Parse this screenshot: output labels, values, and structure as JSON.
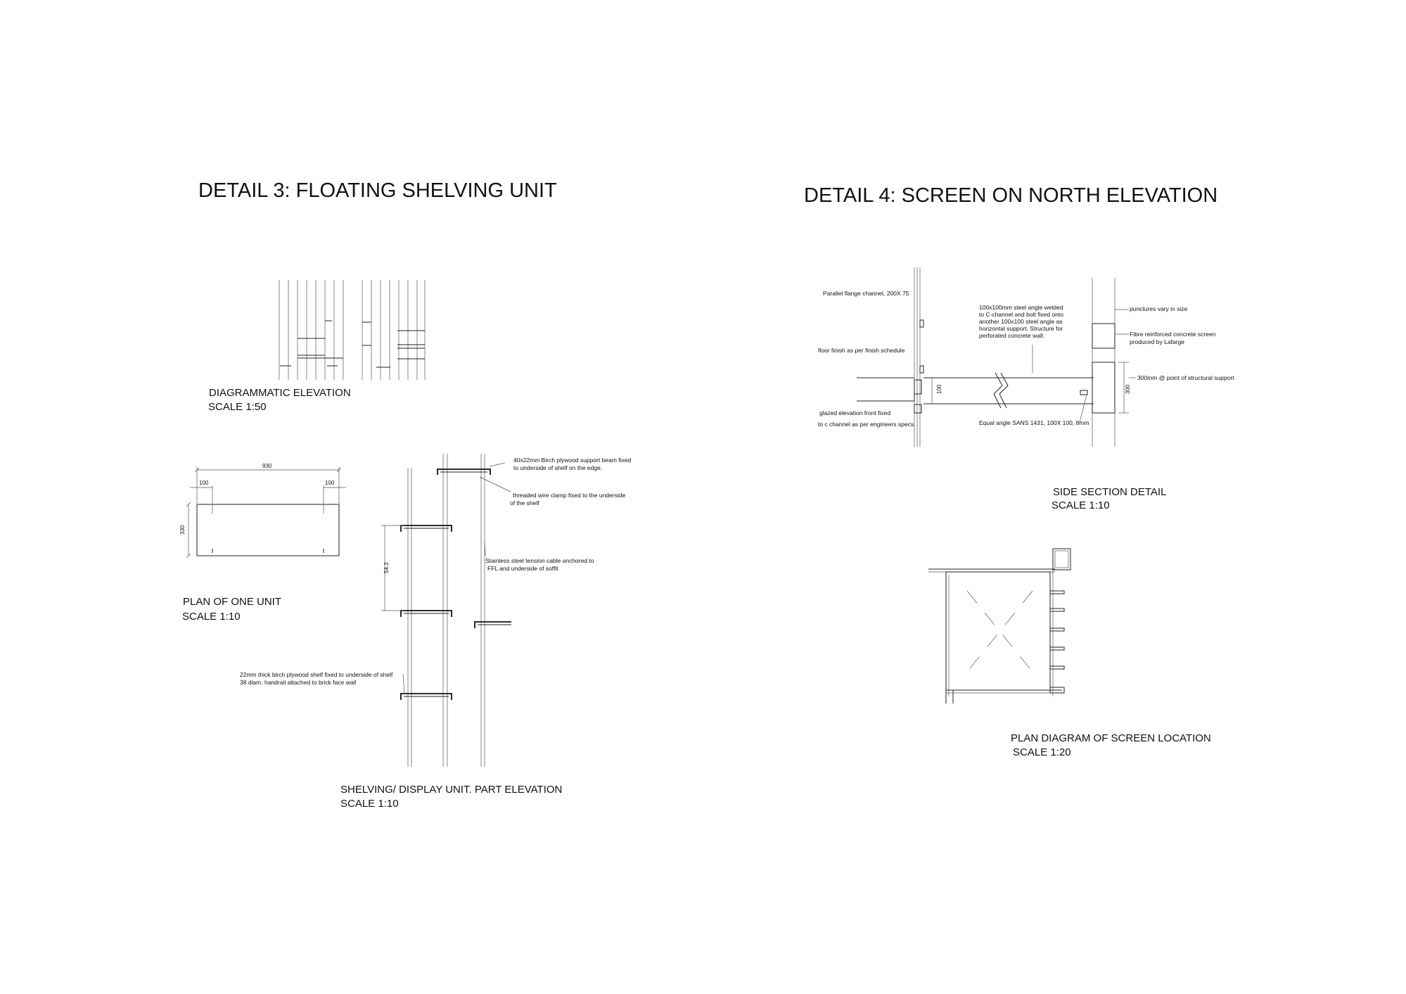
{
  "detail3": {
    "title": "DETAIL 3: FLOATING SHELVING UNIT",
    "diagrammatic": {
      "caption": "DIAGRAMMATIC ELEVATION",
      "scale": "SCALE 1:50"
    },
    "plan_unit": {
      "caption": "PLAN OF ONE UNIT",
      "scale": "SCALE 1:10",
      "dim_width": "930",
      "dim_left": "100",
      "dim_right": "100",
      "dim_depth": "330"
    },
    "part_elevation": {
      "caption": "SHELVING/ DISPLAY UNIT. PART ELEVATION",
      "scale": "SCALE 1:10",
      "dim_spacing": "54.3",
      "note_beam_1": "40x22mm Birch plywood support beam fixed",
      "note_beam_2": "to underside of shelf on the edge.",
      "note_clamp_1": "threaded wire clamp fixed to the underside",
      "note_clamp_2": "of the shelf",
      "note_cable_1": "Stainless steel tension cable anchored to",
      "note_cable_2": "FFL and underside of soffit",
      "note_shelf_1": "22mm thick birch plywood shelf fixed to underside of shelf",
      "note_shelf_2": "38 diam. handrail attached to brick face wall"
    }
  },
  "detail4": {
    "title": "DETAIL 4: SCREEN ON NORTH ELEVATION",
    "side_section": {
      "caption": "SIDE SECTION DETAIL",
      "scale": "SCALE 1:10",
      "note_channel": "Parallel flange channel, 200X 75",
      "note_floor": "floor  finish as per finish schedule",
      "note_glazed_1": "glazed elevation front fixed",
      "note_glazed_2": "to c channel as per engineers specs",
      "note_angle_1": "100x100mm steel angle welded",
      "note_angle_2": "to C-channel and bolt fixed onto",
      "note_angle_3": "another 100x100 steel angle as",
      "note_angle_4": "horizontal support. Structure for",
      "note_angle_5": "perforated concrete wall.",
      "note_equal": "Equal angle SANS 1431, 100X 100, 8mm",
      "note_punctures": "punctures vary in size",
      "note_fibre_1": "Fibre reinforced concrete screen",
      "note_fibre_2": "produced by Lafarge",
      "note_300": "300mm @ point of structural support",
      "dim_100": "100",
      "dim_300": "300"
    },
    "plan_screen": {
      "caption": "PLAN DIAGRAM OF SCREEN LOCATION",
      "scale": "SCALE 1:20"
    }
  }
}
